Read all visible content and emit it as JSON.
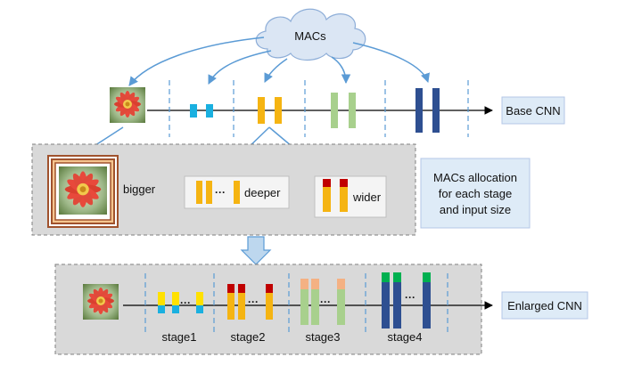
{
  "cloud": {
    "label": "MACs"
  },
  "base": {
    "label": "Base CNN"
  },
  "allocation": {
    "bigger_label": "bigger",
    "deeper_label": "deeper",
    "wider_label": "wider",
    "note_lines": [
      "MACs allocation",
      "for each stage",
      "and input size"
    ],
    "ellipsis": "···"
  },
  "enlarged": {
    "label": "Enlarged CNN",
    "stages": [
      "stage1",
      "stage2",
      "stage3",
      "stage4"
    ],
    "ellipsis": "···"
  },
  "colors": {
    "stage1": "#1ab0e0",
    "stage2": "#f5b412",
    "stage3": "#a8d08d",
    "stage4": "#2e4f91",
    "wider_top": "#c00000",
    "stage1_deeper_top": "#ffe100",
    "stage3_deeper_top": "#f4b183",
    "stage4_deeper_top": "#00b050",
    "panel_fill": "#d9d9d9",
    "note_fill": "#deebf7",
    "arrow_blue": "#5b9bd5",
    "axis": "#000000",
    "frame_brown": "#a0522d"
  },
  "icons": [
    "flower-image",
    "cloud-shape",
    "down-arrow-icon"
  ]
}
